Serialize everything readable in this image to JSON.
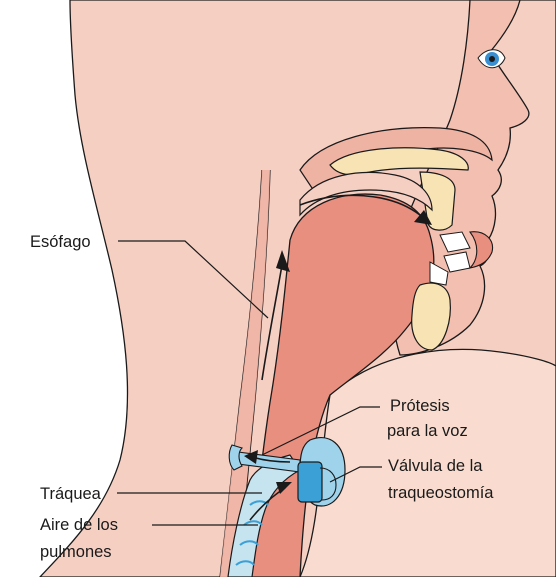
{
  "labels": {
    "esofago": "Esófago",
    "protesis_line1": "Prótesis",
    "protesis_line2": "para la voz",
    "traquea": "Tráquea",
    "valvula_line1": "Válvula de la",
    "valvula_line2": "traqueostomía",
    "aire_line1": "Aire de los",
    "aire_line2": "pulmones"
  },
  "colors": {
    "skin": "#f6cfc3",
    "skin_dark": "#efb3a4",
    "tissue": "#e98f80",
    "tissue_dark": "#d9685b",
    "bone": "#f7e3b3",
    "tooth": "#ffffff",
    "valve": "#9fd3ec",
    "valve_dark": "#3aa0d6",
    "outline": "#1a1a1a",
    "eye": "#3a8fd1"
  }
}
